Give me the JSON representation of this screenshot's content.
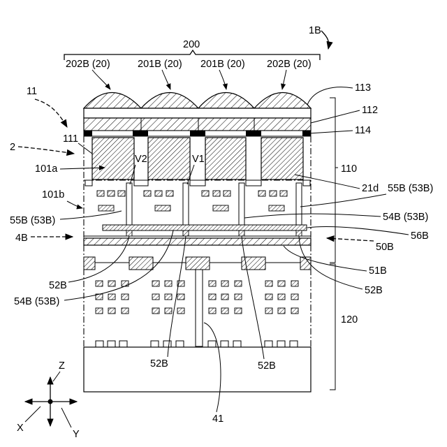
{
  "figure_label": "1B",
  "lens_group_label": "200",
  "lens_labels": [
    "202B (20)",
    "201B (20)",
    "201B (20)",
    "202B (20)"
  ],
  "left_labels": {
    "device": "11",
    "region": "2",
    "layer111": "111",
    "pd_a": "101a",
    "pd_b": "101b",
    "wiring_top": "55B (53B)",
    "section": "4B",
    "via_bottom": "52B",
    "wiring_bottom": "54B (53B)"
  },
  "right_labels": {
    "lens_top": "113",
    "filter": "112",
    "grid": "114",
    "substrate1": "110",
    "isolation": "21d",
    "wiring_top": "55B (53B)",
    "wiring_mid": "54B (53B)",
    "pad": "56B",
    "bond": "50B",
    "bond_b": "51B",
    "via": "52B",
    "substrate2": "120"
  },
  "inner_labels": {
    "v2": "V2",
    "v1": "V1"
  },
  "bottom_labels": {
    "via_left": "52B",
    "via_right": "52B",
    "chip": "41"
  },
  "axes": {
    "z": "Z",
    "x": "X",
    "y": "Y"
  }
}
